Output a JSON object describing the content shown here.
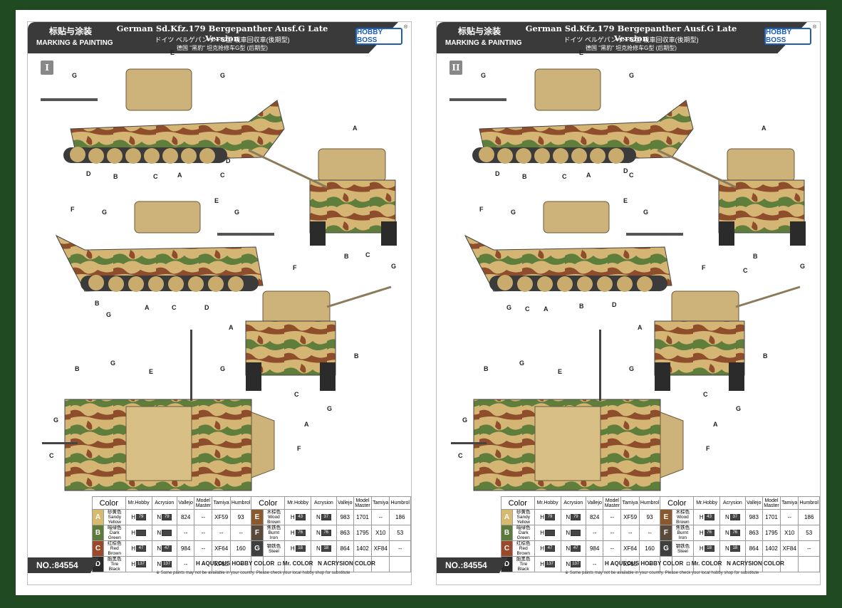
{
  "sheets": [
    {
      "panel_numeral": "I",
      "header": {
        "cn": "标贴与涂装",
        "en": "MARKING & PAINTING",
        "title": "German Sd.Kfz.179 Bergepanther Ausf.G Late Version",
        "jp": "ドイツ ベルゲパンサーG型 戦車回収車(後期型)",
        "cn_title": "德国 \"黑豹\" 坦克抢修车G型 (后期型)"
      },
      "logo": "HOBBY BOSS",
      "product_no": "NO.:84554"
    },
    {
      "panel_numeral": "II",
      "header": {
        "cn": "标贴与涂装",
        "en": "MARKING & PAINTING",
        "title": "German Sd.Kfz.179 Bergepanther Ausf.G Late Version",
        "jp": "ドイツ ベルゲパンサーG型 戦車回収車(後期型)",
        "cn_title": "德国 \"黑豹\" 坦克抢修车G型 (后期型)"
      },
      "logo": "HOBBY BOSS",
      "product_no": "NO.:84554"
    }
  ],
  "color_table": {
    "headers": [
      "Color",
      "Mr.Hobby",
      "Acrysion",
      "Vallejo",
      "Model Master",
      "Tamiya",
      "Humbrol"
    ],
    "rows": [
      {
        "code": "A",
        "cn": "砂黄色",
        "name": "Sandy Yellow",
        "mrhobby": "79",
        "acrysion": "79",
        "vallejo": "824",
        "modelmaster": "--",
        "tamiya": "XF59",
        "humbrol": "93",
        "swatch": "#d8b970"
      },
      {
        "code": "B",
        "cn": "暗绿色",
        "name": "Dark Green",
        "mrhobby": "",
        "acrysion": "",
        "vallejo": "--",
        "modelmaster": "--",
        "tamiya": "--",
        "humbrol": "--",
        "swatch": "#5c7a3a"
      },
      {
        "code": "C",
        "cn": "红棕色",
        "name": "Red Brown",
        "mrhobby": "47",
        "acrysion": "47",
        "vallejo": "984",
        "modelmaster": "--",
        "tamiya": "XF64",
        "humbrol": "160",
        "swatch": "#9a4a2a"
      },
      {
        "code": "D",
        "cn": "胎黑色",
        "name": "Tire Black",
        "mrhobby": "137",
        "acrysion": "137",
        "vallejo": "--",
        "modelmaster": "--",
        "tamiya": "XF85",
        "humbrol": "--",
        "swatch": "#2a2a2a"
      },
      {
        "code": "E",
        "cn": "木棕色",
        "name": "Wood Brown",
        "mrhobby": "43",
        "acrysion": "37",
        "vallejo": "983",
        "modelmaster": "1701",
        "tamiya": "--",
        "humbrol": "186",
        "swatch": "#8a5a2e"
      },
      {
        "code": "F",
        "cn": "焦铁色",
        "name": "Burnt Iron",
        "mrhobby": "76",
        "acrysion": "76",
        "vallejo": "863",
        "modelmaster": "1795",
        "tamiya": "X10",
        "humbrol": "53",
        "swatch": "#5a4a3a"
      },
      {
        "code": "G",
        "cn": "钢铁色",
        "name": "Steel",
        "mrhobby": "18",
        "acrysion": "18",
        "vallejo": "864",
        "modelmaster": "1402",
        "tamiya": "XF84",
        "humbrol": "--",
        "swatch": "#3f3f3f"
      }
    ]
  },
  "legend": {
    "h": "H",
    "h_text": "AQUEOUS HOBBY COLOR",
    "m_text": "Mr. COLOR",
    "n": "N",
    "n_text": "ACRYSION COLOR"
  },
  "footnote": "※ Some paints may not be available in your country. Please check your local hobby shop for substitute",
  "callout_letters": [
    "A",
    "B",
    "C",
    "D",
    "E",
    "F",
    "G"
  ],
  "palette": {
    "sand": "#d4b574",
    "green": "#5f7d3b",
    "brown": "#8e4e2c",
    "track": "#3b3b3b",
    "bg": "#1f4a22"
  }
}
